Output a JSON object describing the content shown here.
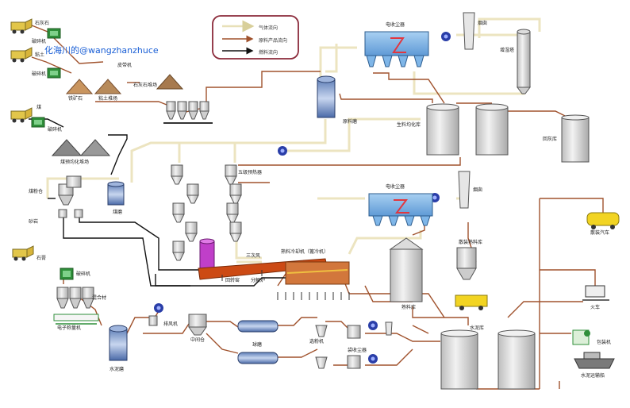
{
  "watermark": "化海川的@wangzhanzhuce",
  "legend": {
    "gas_flow": "气体流向",
    "raw_material_flow": "原料产品流向",
    "fuel_flow": "燃料流向"
  },
  "labels": {
    "limestone": "石灰石",
    "crusher1": "破碎机",
    "clay": "粘土",
    "crusher2": "破碎机",
    "iron_ore": "铁矿石",
    "silica": "砂岩",
    "belt_conveyor": "皮带机",
    "stone_yard": "石灰石堆场",
    "clay_yard": "粘土堆场",
    "coal": "煤",
    "crusher3": "破碎机",
    "coal_yard": "煤预均化堆场",
    "coal_bin": "煤粉仓",
    "coal_mill": "煤磨",
    "raw_mill": "原料磨",
    "esp_top": "电收尘器",
    "chimney_top": "烟囱",
    "humid_tower": "增湿塔",
    "homo_silo": "生料均化库",
    "return_silo": "回灰库",
    "preheater": "五级预热器",
    "kiln": "回转窑",
    "tertiary_air": "三次风",
    "decomposer": "分解炉",
    "cooler": "熟料冷却机（篦冷机）",
    "esp_mid": "电收尘器",
    "chimney_mid": "烟囱",
    "clinker_silo": "熟料库",
    "bulk_clinker": "散装熟料库",
    "gypsum": "石膏",
    "crusher4": "破碎机",
    "mixture": "混合材",
    "weigher": "电子称量机",
    "cement_mill": "水泥磨",
    "fan": "排风机",
    "sep_bin": "中间仓",
    "ball_mill": "球磨",
    "selector": "选粉机",
    "bag_filter": "袋收尘器",
    "cement_silo": "水泥库",
    "bulk_truck": "散装汽车",
    "train": "火车",
    "packer": "包装机",
    "ship": "水泥运输船"
  },
  "colors": {
    "gas": "#e8e0b8",
    "material": "#a0522d",
    "fuel": "#111111",
    "material_pipe": "#b0573a",
    "equipment": "#e6e6e6",
    "fan": "#2a3ea8",
    "motor": "#2f8f3a",
    "kiln": "#cc4a14",
    "decomposer": "#c03fc9",
    "esp": "#7fb6e8"
  }
}
